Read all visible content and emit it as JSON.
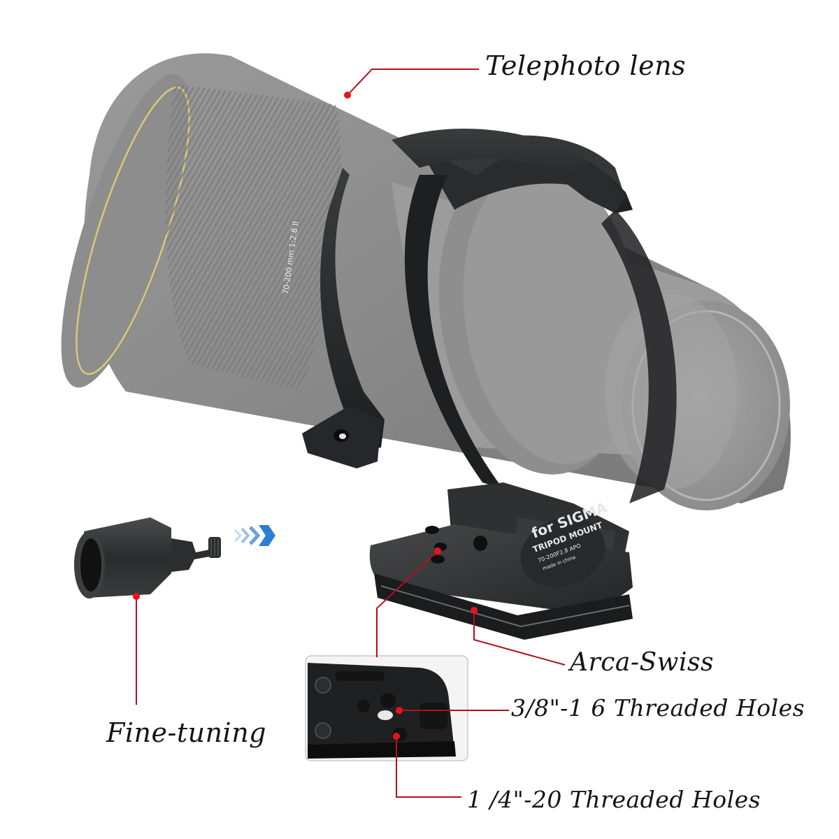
{
  "image": {
    "subject": "Tripod mount ring for telephoto lens with Arca-Swiss base",
    "background": "#ffffff",
    "callout_color": "#b0121b",
    "callout_dot_color": "#e8141c",
    "arrow_color": "#2b7fd1"
  },
  "callouts": {
    "telephoto_lens": "Telephoto lens",
    "arca_swiss": "Arca-Swiss",
    "threaded_38": "3/8\"-1 6 Threaded Holes",
    "fine_tuning": "Fine-tuning",
    "threaded_14": "1 /4\"-20 Threaded Holes"
  },
  "engraving": {
    "line1": "for SIGMA",
    "line2": "TRIPOD MOUNT",
    "line3": "70-200F2.8 APO",
    "line4": "made in china"
  },
  "lens_marking": "70-200 mm 1:2.8 II",
  "icons": {
    "direction_arrow": "chevron-right-arrow-icon"
  }
}
